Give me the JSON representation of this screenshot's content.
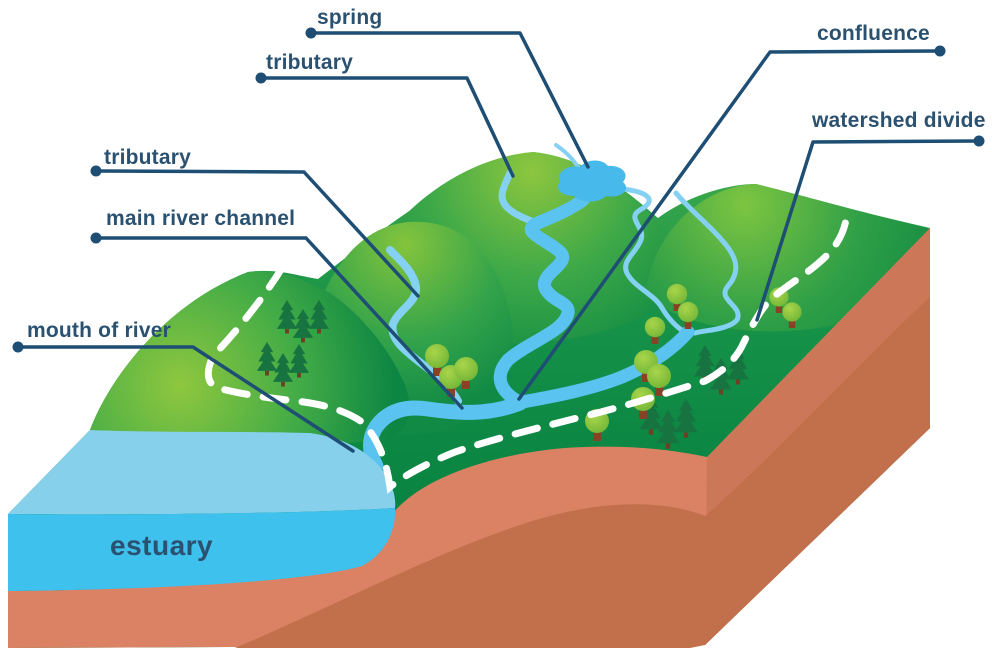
{
  "diagram": {
    "type": "watershed block diagram",
    "description": "isometric cutaway illustration of a river watershed"
  },
  "labels": {
    "spring": "spring",
    "tributary_upper": "tributary",
    "confluence": "confluence",
    "watershed_divide": "watershed divide",
    "tributary_left": "tributary",
    "main_river_channel": "main river channel",
    "mouth_of_river": "mouth of river",
    "estuary": "estuary"
  },
  "colors": {
    "label_text": "#2B5170",
    "leader_line": "#1E4E73",
    "divide_dash": "#FFFFFF",
    "green_light": "#8DC63F",
    "green_dark": "#0C8843",
    "river": "#5BC3F0",
    "stream": "#85D1F3",
    "spring_pond": "#47B9EA",
    "estuary_top": "#86D0EC",
    "estuary_front": "#3FC1EE",
    "soil_light": "#DA8263",
    "soil_dark": "#C26F4B",
    "pine": "#177440",
    "tree_canopy": "#8FC73E",
    "tree_trunk": "#8A4226"
  }
}
